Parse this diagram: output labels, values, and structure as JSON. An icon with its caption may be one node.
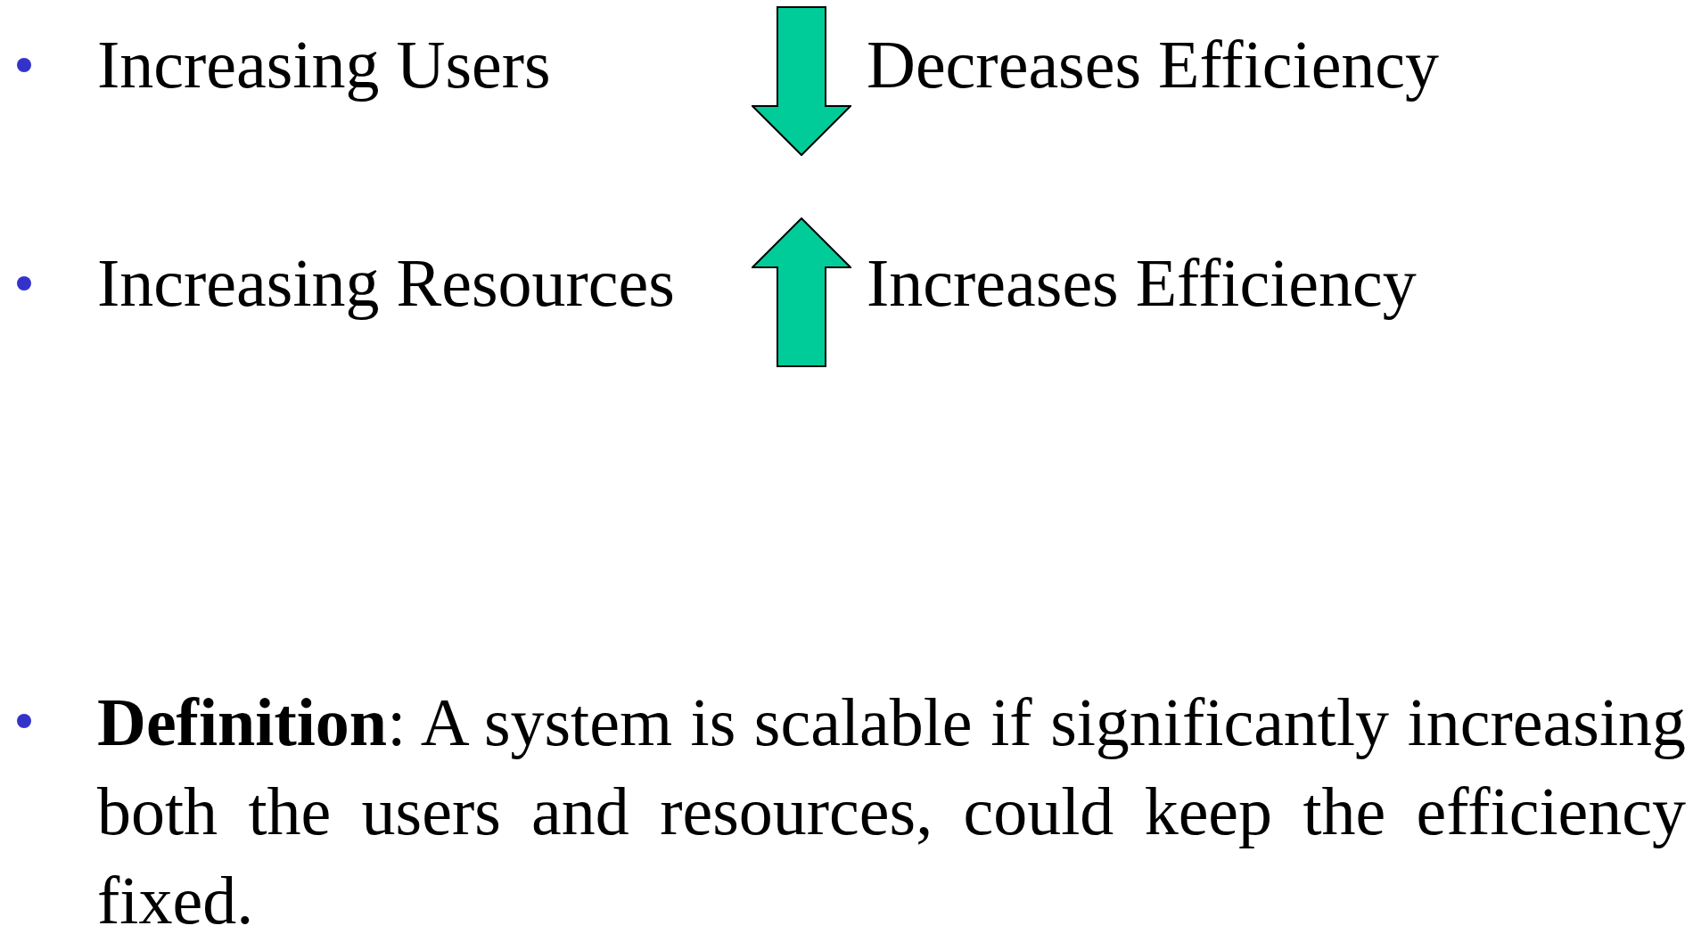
{
  "diagram": {
    "labels": [
      "Increasing Users",
      "Decreases Efficiency",
      "Increasing Resources",
      "Increases Efficiency",
      "**Definition**: A system is scalable if significantly increasing both the users and resources, could keep the efficiency fixed."
    ]
  }
}
